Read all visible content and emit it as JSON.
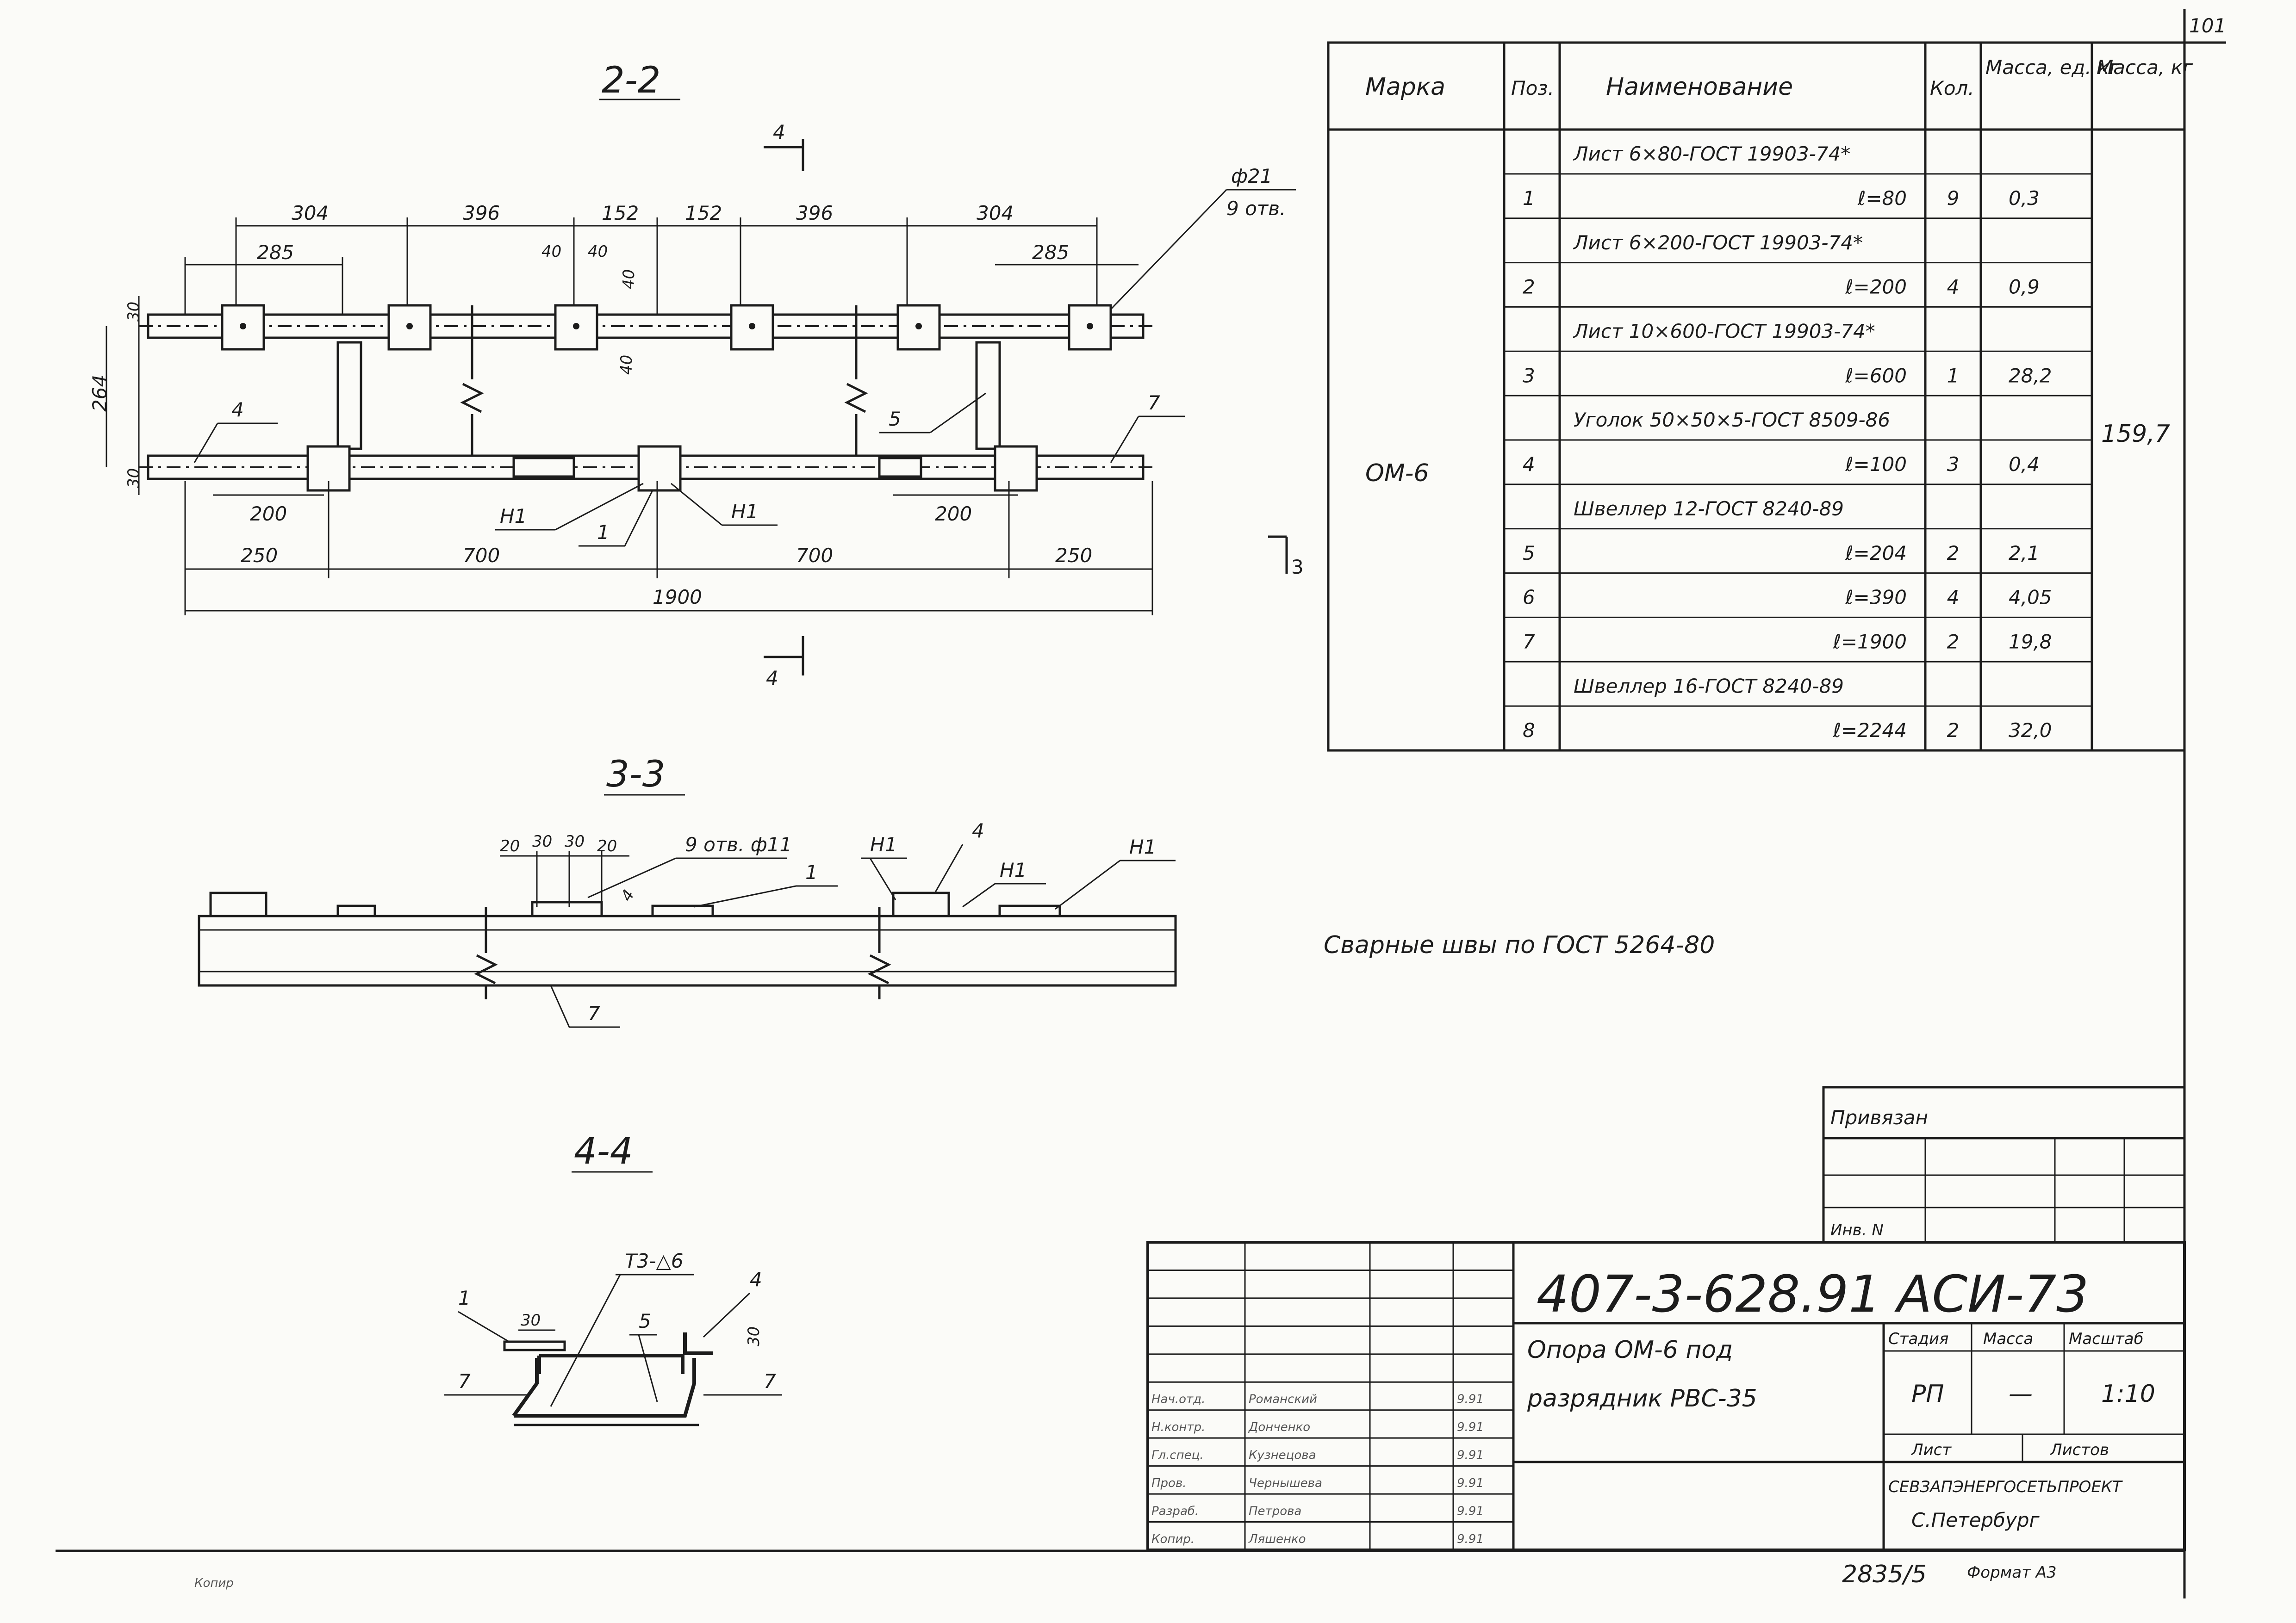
{
  "sheet_number": "101",
  "sections": {
    "s2": "2-2",
    "s3": "3-3",
    "s4": "4-4",
    "cut_mark": "4",
    "view_mark": "3"
  },
  "view22": {
    "top_dims": [
      "304",
      "396",
      "152",
      "152",
      "396",
      "304"
    ],
    "sub_dims": [
      "285",
      "285"
    ],
    "small_dims": [
      "40",
      "40",
      "40",
      "40"
    ],
    "left_dims": [
      "30",
      "264",
      "30"
    ],
    "hole_note_1": "ф21",
    "hole_note_2": "9 отв.",
    "bottom_dims": [
      "200",
      "200"
    ],
    "overall_dims": [
      "250",
      "700",
      "700",
      "250"
    ],
    "total": "1900",
    "callouts": [
      "4",
      "5",
      "7",
      "Н1",
      "1",
      "Н1"
    ]
  },
  "view33": {
    "dims": [
      "20",
      "30",
      "30",
      "20"
    ],
    "hole_note": "9 отв. ф11",
    "callouts": [
      "Н1",
      "4",
      "Н1",
      "Н1",
      "1",
      "7"
    ],
    "weld_mark": "4"
  },
  "view44": {
    "weld_note": "Т3-△6",
    "callouts": [
      "1",
      "5",
      "4",
      "7",
      "7"
    ],
    "dims": [
      "30",
      "30"
    ]
  },
  "spec_table": {
    "headers": [
      "Марка",
      "Поз.",
      "Наименование",
      "Кол.",
      "Масса, ед. кг",
      "Масса, кг"
    ],
    "mark": "ОМ-6",
    "total_mass": "159,7",
    "rows": [
      {
        "pos": "",
        "name": "Лист 6×80-ГОСТ 19903-74*",
        "qty": "",
        "mass": ""
      },
      {
        "pos": "1",
        "name": "ℓ=80",
        "qty": "9",
        "mass": "0,3"
      },
      {
        "pos": "",
        "name": "Лист 6×200-ГОСТ 19903-74*",
        "qty": "",
        "mass": ""
      },
      {
        "pos": "2",
        "name": "ℓ=200",
        "qty": "4",
        "mass": "0,9"
      },
      {
        "pos": "",
        "name": "Лист 10×600-ГОСТ 19903-74*",
        "qty": "",
        "mass": ""
      },
      {
        "pos": "3",
        "name": "ℓ=600",
        "qty": "1",
        "mass": "28,2"
      },
      {
        "pos": "",
        "name": "Уголок 50×50×5-ГОСТ 8509-86",
        "qty": "",
        "mass": ""
      },
      {
        "pos": "4",
        "name": "ℓ=100",
        "qty": "3",
        "mass": "0,4"
      },
      {
        "pos": "",
        "name": "Швеллер 12-ГОСТ 8240-89",
        "qty": "",
        "mass": ""
      },
      {
        "pos": "5",
        "name": "ℓ=204",
        "qty": "2",
        "mass": "2,1"
      },
      {
        "pos": "6",
        "name": "ℓ=390",
        "qty": "4",
        "mass": "4,05"
      },
      {
        "pos": "7",
        "name": "ℓ=1900",
        "qty": "2",
        "mass": "19,8"
      },
      {
        "pos": "",
        "name": "Швеллер 16-ГОСТ 8240-89",
        "qty": "",
        "mass": ""
      },
      {
        "pos": "8",
        "name": "ℓ=2244",
        "qty": "2",
        "mass": "32,0"
      }
    ]
  },
  "weld_note": "Сварные швы по ГОСТ 5264-80",
  "privyazan": {
    "label": "Привязан",
    "inv": "Инв. N"
  },
  "title_block": {
    "code": "407-3-628.91 АСИ-73",
    "title_line1": "Опора ОМ-6 под",
    "title_line2": "разрядник РВС-35",
    "col_stage": "Стадия",
    "col_mass": "Масса",
    "col_scale": "Масштаб",
    "stage": "РП",
    "mass": "—",
    "scale": "1:10",
    "sheet": "Лист",
    "sheets": "Листов",
    "org1": "СЕВЗАПЭНЕРГОСЕТЬПРОЕКТ",
    "org2": "С.Петербург",
    "roles": [
      "Нач.отд.",
      "Н.контр.",
      "Гл.спец.",
      "Пров.",
      "Разраб.",
      "Копир."
    ],
    "names": [
      "Романский",
      "Донченко",
      "Кузнецова",
      "Чернышева",
      "Петрова",
      "Ляшенко"
    ],
    "dates": [
      "9.91",
      "9.91",
      "9.91",
      "9.91",
      "9.91",
      "9.91"
    ]
  },
  "footer": {
    "number": "2835/5",
    "format": "Формат А3",
    "copy": "Копир"
  }
}
